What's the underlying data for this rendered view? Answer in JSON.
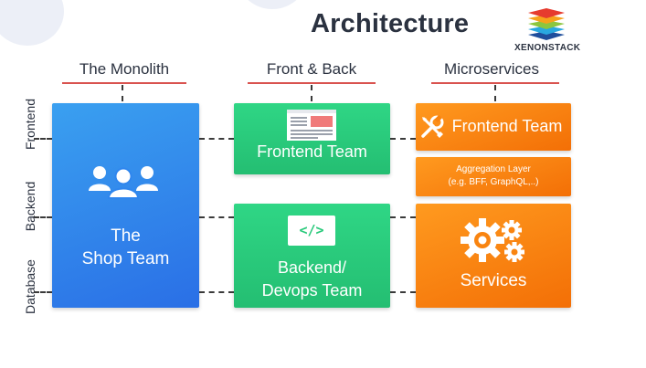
{
  "title": "Architecture",
  "logo": {
    "text": "XENONSTACK",
    "colors": [
      "#e63b2e",
      "#f7a21b",
      "#8cc63f",
      "#29a8e0",
      "#1f4e9c"
    ]
  },
  "columns": [
    "The Monolith",
    "Front & Back",
    "Microservices"
  ],
  "rows": [
    "Frontend",
    "Backend",
    "Database"
  ],
  "monolith": {
    "line1": "The",
    "line2": "Shop Team",
    "icon": "users-icon"
  },
  "front_back": {
    "frontend": {
      "label": "Frontend Team",
      "icon": "browser-window-icon"
    },
    "backend": {
      "line1": "Backend/",
      "line2": "Devops Team",
      "icon": "code-icon",
      "code_glyph": "</>"
    }
  },
  "microservices": {
    "frontend": {
      "label": "Frontend Team",
      "icon": "tools-icon"
    },
    "aggregation": {
      "line1": "Aggregation Layer",
      "line2": "(e.g. BFF, GraphQL,..)"
    },
    "services": {
      "label": "Services",
      "icon": "gears-icon"
    }
  },
  "colors": {
    "blue": "#2f86ee",
    "green": "#28c97a",
    "orange": "#f98410",
    "accent_line": "#d9534f",
    "text": "#2b3240"
  }
}
